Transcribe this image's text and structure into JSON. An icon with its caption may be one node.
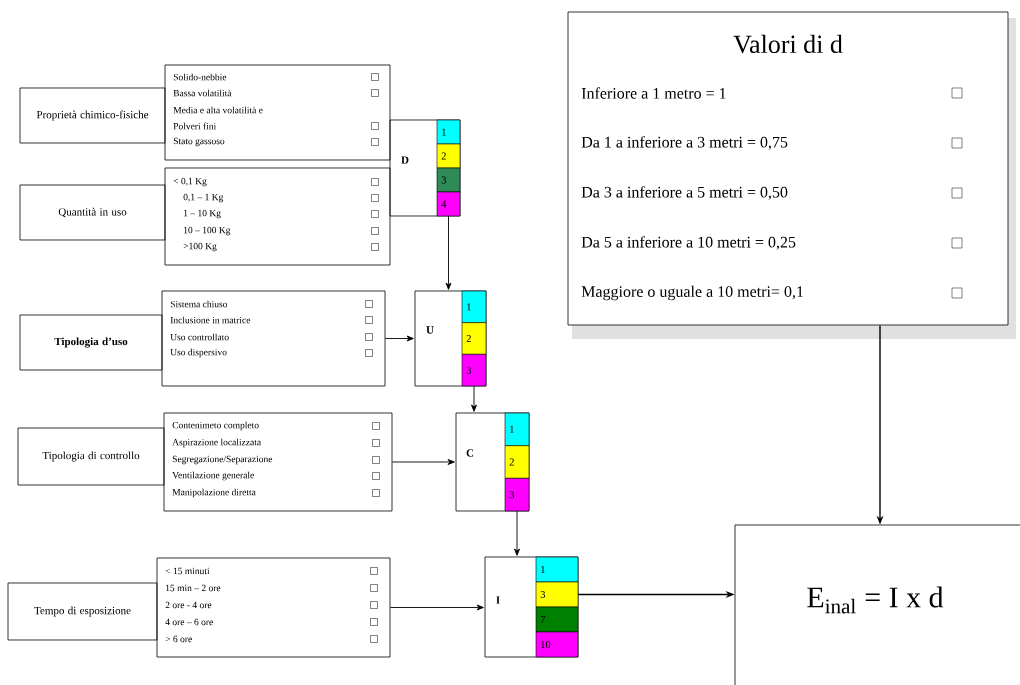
{
  "diagram": {
    "nodes": [
      {
        "text": [
          "Proprietà chimico-fisiche"
        ]
      },
      {
        "text": [
          "Solido-nebbie",
          "Bassa volatilità",
          "Media e alta volatilità e",
          "Polveri fini",
          "Stato gassoso"
        ]
      },
      {
        "text": [
          "Quantità in uso"
        ]
      },
      {
        "text": [
          "< 0,1 Kg",
          "0,1 – 1 Kg",
          "1 – 10 Kg",
          "10 – 100 Kg",
          ">100 Kg"
        ]
      },
      {
        "text": [
          "D"
        ]
      },
      {
        "text": [
          "1"
        ],
        "in": 4
      },
      {
        "text": [
          "2"
        ],
        "in": 4
      },
      {
        "text": [
          "3"
        ],
        "in": 4
      },
      {
        "text": [
          "4"
        ],
        "in": 4
      },
      {
        "text": [
          "Tipologia d’uso"
        ]
      },
      {
        "text": [
          "Sistema chiuso",
          "Inclusione in matrice",
          "Uso controllato",
          "Uso dispersivo"
        ]
      },
      {
        "text": [
          "U"
        ]
      },
      {
        "text": [
          "1"
        ],
        "in": 11
      },
      {
        "text": [
          "2"
        ],
        "in": 11
      },
      {
        "text": [
          "3"
        ],
        "in": 11
      },
      {
        "text": [
          "Tipologia di controllo"
        ]
      },
      {
        "text": [
          "Contenimeto completo",
          "Aspirazione localizzata",
          "Segregazione/Separazione",
          "Ventilazione generale",
          "Manipolazione diretta"
        ]
      },
      {
        "text": [
          "C"
        ]
      },
      {
        "text": [
          "1"
        ],
        "in": 17
      },
      {
        "text": [
          "2"
        ],
        "in": 17
      },
      {
        "text": [
          "3"
        ],
        "in": 17
      },
      {
        "text": [
          "Tempo di esposizione"
        ]
      },
      {
        "text": [
          "< 15 minuti",
          "15 min – 2 ore",
          "2 ore - 4 ore",
          "4 ore – 6 ore",
          "> 6 ore"
        ]
      },
      {
        "text": [
          "I"
        ]
      },
      {
        "text": [
          "1"
        ],
        "in": 23
      },
      {
        "text": [
          "3"
        ],
        "in": 23
      },
      {
        "text": [
          "7"
        ],
        "in": 23
      },
      {
        "text": [
          "10"
        ],
        "in": 23
      },
      {
        "text": [
          "Valori di d",
          "Inferiore a 1 metro = 1",
          "Da 1 a inferiore a 3 metri = 0,75",
          "Da 3 a inferiore a 5 metri = 0,50",
          "Da 5 a inferiore a 10 metri = 0,25",
          "Maggiore o uguale a 10 metri= 0,1"
        ]
      },
      {
        "text": [
          "E$_{inal}$ = I x d"
        ]
      }
    ],
    "edges": [
      {
        "from": 10,
        "to": 11,
        "arrow": "to"
      },
      {
        "from": 16,
        "to": 17,
        "arrow": "to"
      },
      {
        "from": 22,
        "to": 23,
        "arrow": "to"
      },
      {
        "from": 8,
        "to": 11,
        "arrow": "to"
      },
      {
        "from": 14,
        "to": 17,
        "arrow": "to"
      },
      {
        "from": 20,
        "to": 23,
        "arrow": "to"
      },
      {
        "from": 25,
        "to": 29,
        "arrow": "to"
      },
      {
        "from": 28,
        "to": 29,
        "arrow": "to"
      }
    ]
  }
}
